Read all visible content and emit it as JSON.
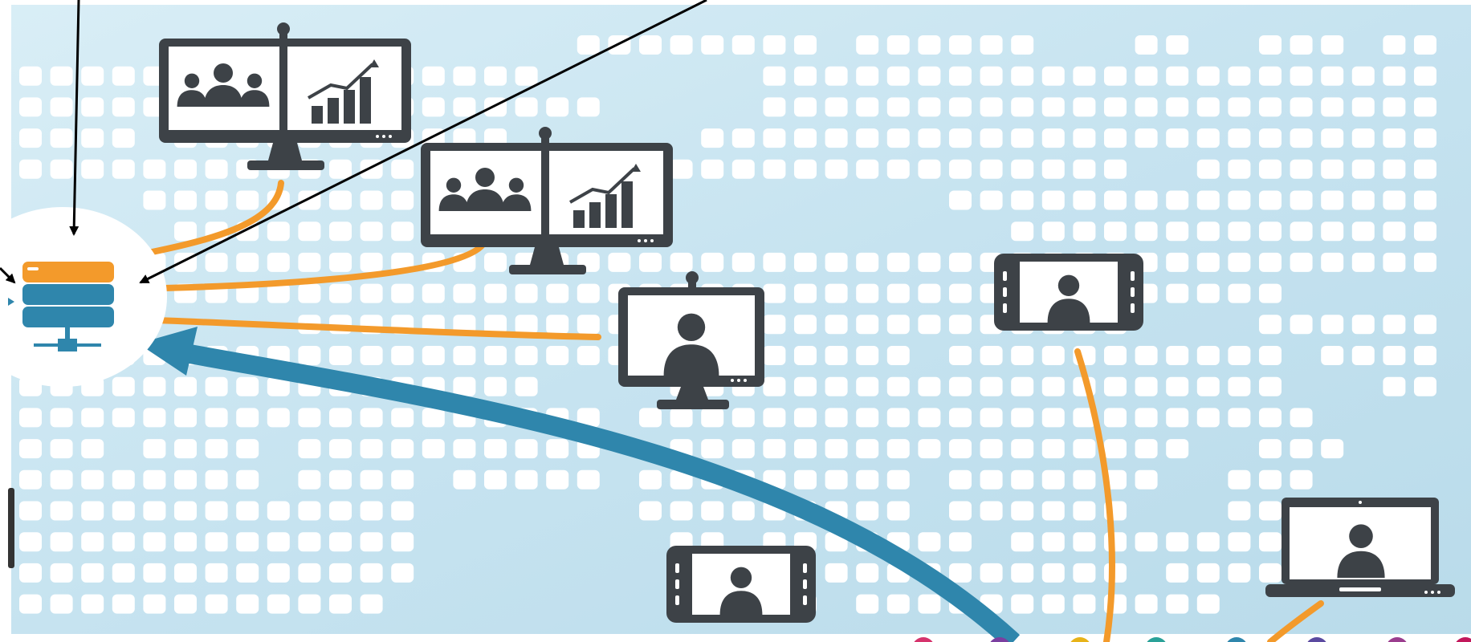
{
  "diagram": {
    "background_color": "#cfe6f1",
    "map_tile_color": "#ffffff",
    "device_color": "#3d4247",
    "link_color": "#f39a2b",
    "trunk_color": "#2f86ac",
    "server_colors": {
      "top": "#f39a2b",
      "middle": "#2f86ac",
      "bottom": "#2f86ac",
      "stand": "#2f86ac"
    }
  },
  "nodes": [
    {
      "id": "server-hub",
      "icon": "server-stack-icon"
    },
    {
      "id": "telepresence-1",
      "icon": "dual-screen-telepresence-icon"
    },
    {
      "id": "telepresence-2",
      "icon": "dual-screen-telepresence-icon"
    },
    {
      "id": "video-monitor",
      "icon": "video-monitor-icon"
    },
    {
      "id": "tablet-1",
      "icon": "tablet-video-icon"
    },
    {
      "id": "tablet-2",
      "icon": "tablet-video-icon"
    },
    {
      "id": "laptop",
      "icon": "laptop-video-icon"
    }
  ],
  "connections": [
    {
      "from": "server-hub",
      "to": "telepresence-1",
      "style": "link"
    },
    {
      "from": "server-hub",
      "to": "telepresence-2",
      "style": "link"
    },
    {
      "from": "server-hub",
      "to": "video-monitor",
      "style": "link"
    },
    {
      "from": "bottom-edge",
      "to": "server-hub",
      "style": "trunk-arrow"
    },
    {
      "from": "tablet-1",
      "to": "bottom-edge",
      "style": "link"
    },
    {
      "from": "laptop",
      "to": "bottom-edge",
      "style": "link"
    }
  ]
}
